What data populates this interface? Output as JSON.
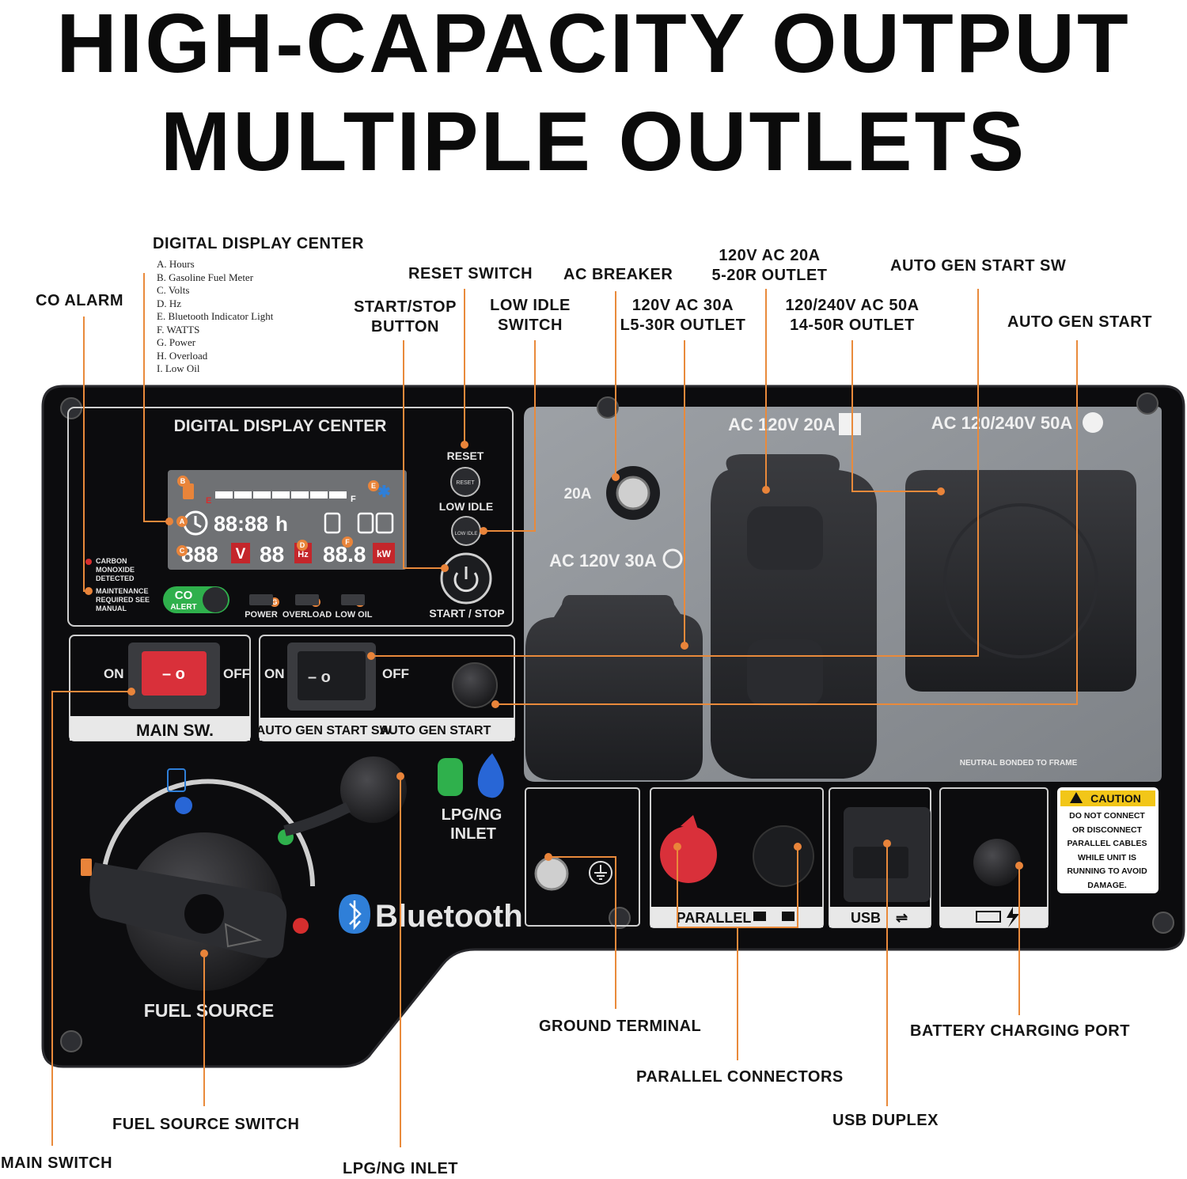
{
  "headline": {
    "line1": "HIGH-CAPACITY OUTPUT",
    "line2": "MULTIPLE OUTLETS"
  },
  "display_legend": {
    "title": "DIGITAL DISPLAY CENTER",
    "items": [
      "A. Hours",
      "B. Gasoline Fuel Meter",
      "C. Volts",
      "D. Hz",
      "E. Bluetooth Indicator Light",
      "F. WATTS",
      "G. Power",
      "H. Overload",
      "I. Low Oil"
    ]
  },
  "callouts": {
    "co_alarm": "CO ALARM",
    "reset_switch": "RESET SWITCH",
    "ac_breaker": "AC BREAKER",
    "outlet_20a_l1": "120V AC 20A",
    "outlet_20a_l2": "5-20R OUTLET",
    "auto_gen_start_sw": "AUTO GEN START SW",
    "start_stop_l1": "START/STOP",
    "start_stop_l2": "BUTTON",
    "low_idle_l1": "LOW IDLE",
    "low_idle_l2": "SWITCH",
    "outlet_30a_l1": "120V AC 30A",
    "outlet_30a_l2": "L5-30R OUTLET",
    "outlet_50a_l1": "120/240V AC 50A",
    "outlet_50a_l2": "14-50R OUTLET",
    "auto_gen_start": "AUTO GEN START",
    "ground_terminal": "GROUND TERMINAL",
    "battery_charging_port": "BATTERY CHARGING PORT",
    "parallel_connectors": "PARALLEL CONNECTORS",
    "usb_duplex": "USB DUPLEX",
    "fuel_source_switch": "FUEL SOURCE SWITCH",
    "main_switch": "MAIN SWITCH",
    "lpg_ng_inlet": "LPG/NG INLET"
  },
  "panel": {
    "display_title": "DIGITAL DISPLAY CENTER",
    "lcd_hours": "88:88",
    "lcd_h": "h",
    "lcd_volts": "888",
    "lcd_v": "V",
    "lcd_hz_digits": "88",
    "lcd_hz": "Hz",
    "lcd_kw_digits": "88.8",
    "lcd_kw": "kW",
    "lcd_e": "E",
    "lcd_f": "F",
    "badges": {
      "a": "A",
      "b": "B",
      "c": "C",
      "d": "D",
      "e": "E",
      "f": "F",
      "g": "G",
      "h": "H",
      "i": "I"
    },
    "reset": "RESET",
    "reset_btn": "RESET",
    "low_idle": "LOW IDLE",
    "low_idle_btn": "LOW IDLE",
    "start_stop": "START / STOP",
    "co_l1": "CARBON",
    "co_l2": "MONOXIDE",
    "co_l3": "DETECTED",
    "maint_l1": "MAINTENANCE",
    "maint_l2": "REQUIRED SEE",
    "maint_l3": "MANUAL",
    "co_alert_top": "CO",
    "co_alert_bottom": "ALERT",
    "ind_power": "POWER",
    "ind_overload": "OVERLOAD",
    "ind_low_oil": "LOW OIL",
    "on": "ON",
    "off": "OFF",
    "main_sw": "MAIN SW.",
    "auto_gen_start_sw": "AUTO GEN START SW.",
    "auto_gen_start": "AUTO GEN START",
    "breaker": "20A",
    "ac_30": "AC 120V 30A",
    "ac_20": "AC 120V 20A",
    "ac_50": "AC 120/240V 50A",
    "neutral": "NEUTRAL BONDED TO FRAME",
    "lpg_l1": "LPG/NG",
    "lpg_l2": "INLET",
    "bluetooth": "Bluetooth",
    "fuel_source": "FUEL SOURCE",
    "parallel": "PARALLEL",
    "usb": "USB",
    "caution_title": "CAUTION",
    "caution_lines": [
      "DO NOT CONNECT",
      "OR DISCONNECT",
      "PARALLEL CABLES",
      "WHILE UNIT IS",
      "RUNNING TO AVOID",
      "DAMAGE."
    ]
  },
  "colors": {
    "accent": "#e9843a",
    "panel": "#0c0c0e",
    "gray_panel": "#8e9196",
    "red_switch": "#d9303a",
    "green_alert": "#2fb04c"
  }
}
